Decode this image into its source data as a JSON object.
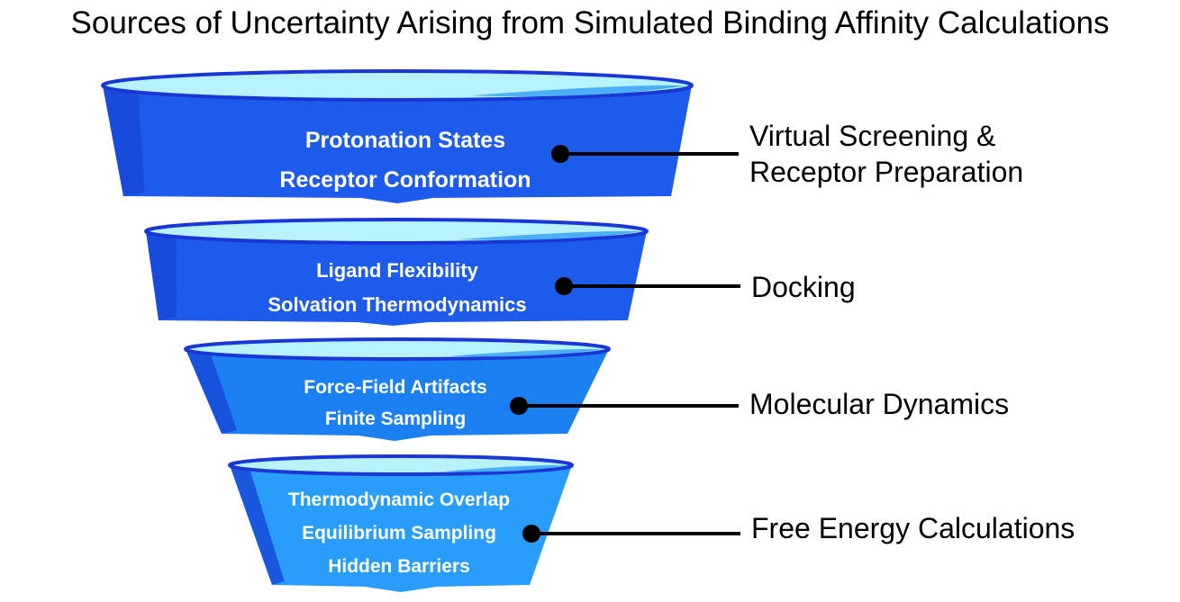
{
  "title": "Sources of Uncertainty Arising from Simulated Binding Affinity Calculations",
  "colors": {
    "dark_blue": "#1E5BEA",
    "mid_blue": "#1C7FF2",
    "light_blue": "#2A9CFA",
    "rim_fill": "#B7F2FB",
    "rim_stroke": "#1A37D6",
    "text": "#FFFFFF",
    "connector": "#000000"
  },
  "tiers": [
    {
      "lines": [
        "Protonation States",
        "Receptor Conformation"
      ],
      "stage": [
        "Virtual Screening &",
        "Receptor Preparation"
      ]
    },
    {
      "lines": [
        "Ligand Flexibility",
        "Solvation Thermodynamics"
      ],
      "stage": [
        "Docking"
      ]
    },
    {
      "lines": [
        "Force-Field Artifacts",
        "Finite Sampling"
      ],
      "stage": [
        "Molecular Dynamics"
      ]
    },
    {
      "lines": [
        "Thermodynamic Overlap",
        "Equilibrium Sampling",
        "Hidden Barriers"
      ],
      "stage": [
        "Free Energy Calculations"
      ]
    }
  ]
}
